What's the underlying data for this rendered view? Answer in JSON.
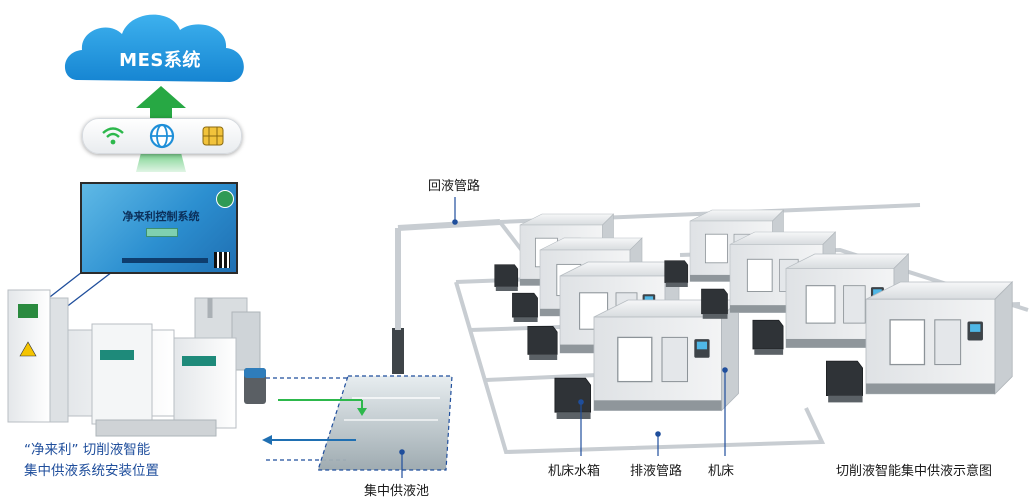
{
  "cloud": {
    "label": "MES系统"
  },
  "connectivity": {
    "icons": [
      "wifi-icon",
      "globe-icon",
      "sim-card-icon"
    ]
  },
  "control_screen": {
    "title": "净来利控制系统"
  },
  "pipes": {
    "return": "回液管路",
    "drain": "排液管路"
  },
  "labels": {
    "install_line1": "“净来利” 切削液智能",
    "install_line2": "集中供液系统安装位置",
    "tank": "集中供液池",
    "machine_tank": "机床水箱",
    "machine": "机床"
  },
  "caption": "切削液智能集中供液示意图",
  "colors": {
    "cloud": "#1e9be0",
    "arrow_up": "#2db84c",
    "pipe": "#c8cdd2",
    "callout_line": "#1f4e9c",
    "flow_in": "#2db84c",
    "flow_out": "#1f6fb2",
    "machine_body": "#eef0f2",
    "machine_dark": "#2f3337"
  }
}
